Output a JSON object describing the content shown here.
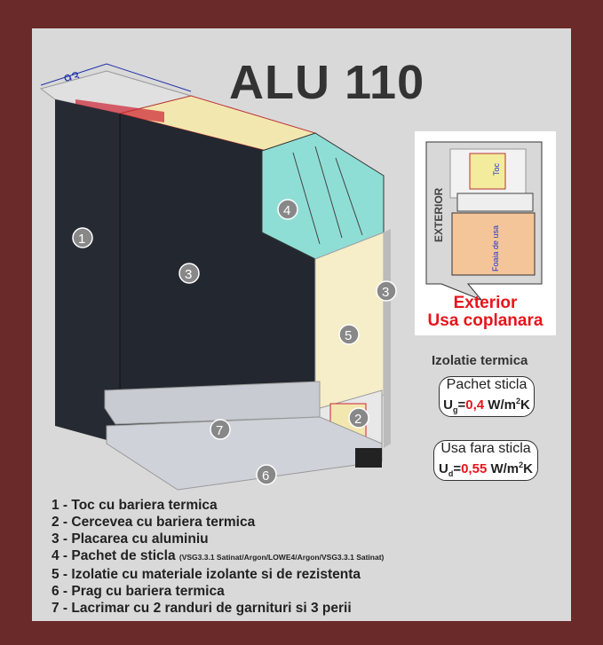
{
  "title": "ALU 110",
  "dimension_label": "93",
  "callouts": [
    "1",
    "2",
    "3",
    "3",
    "4",
    "5",
    "6",
    "7"
  ],
  "inset": {
    "side_label": "EXTERIOR",
    "toc_label": "Toc",
    "leaf_label": "Foaia de usa",
    "caption_line1": "Exterior",
    "caption_line2": "Usa coplanara"
  },
  "thermal": {
    "heading": "Izolatie termica",
    "glass": {
      "label": "Pachet sticla",
      "symbol": "U",
      "subscript": "g",
      "eq": "=",
      "value": "0,4",
      "unit": " W/m",
      "sup": "2",
      "unit2": "K"
    },
    "door": {
      "label": "Usa fara sticla",
      "symbol": "U",
      "subscript": "d",
      "eq": "=",
      "value": "0,55",
      "unit": " W/m",
      "sup": "2",
      "unit2": "K"
    }
  },
  "legend": [
    {
      "text": "1 - Toc cu bariera termica"
    },
    {
      "text": "2 - Cercevea cu bariera termica"
    },
    {
      "text": "3 - Placarea cu aluminiu"
    },
    {
      "text": "4 - Pachet de sticla ",
      "note": "(VSG3.3.1 Satinat/Argon/LOWE4/Argon/VSG3.3.1 Satinat)"
    },
    {
      "text": "5 - Izolatie cu materiale izolante si de rezistenta"
    },
    {
      "text": "6 - Prag cu bariera termica"
    },
    {
      "text": "7 - Lacrimar cu 2 randuri de garnituri si 3 perii"
    }
  ],
  "colors": {
    "frame": "#6b2a2a",
    "panel": "#d9d9d9",
    "accent_red": "#e8141b",
    "door_dark": "#262b33",
    "insulation": "#f5eec8",
    "glass": "#8fded6"
  }
}
